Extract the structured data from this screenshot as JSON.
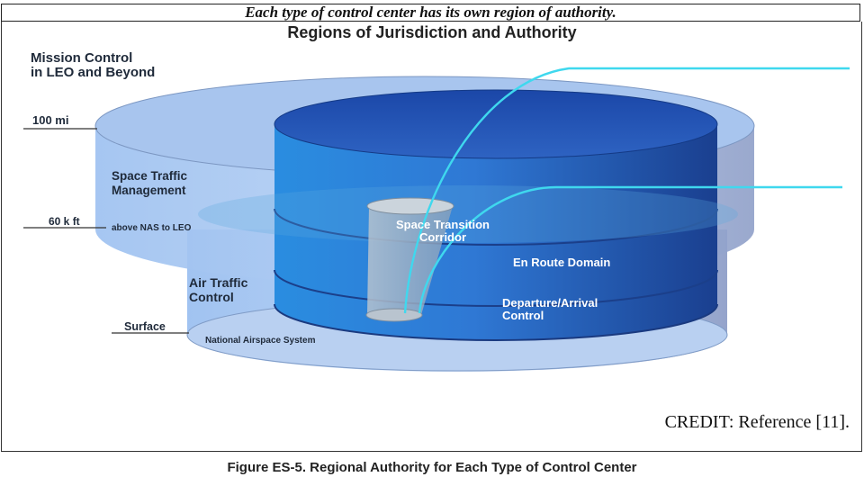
{
  "banner": "Each type of control center has its own region of authority.",
  "title": "Regions of Jurisdiction and Authority",
  "labels": {
    "mission_line1": "Mission Control",
    "mission_line2": "in LEO and Beyond",
    "alt_100mi": "100 mi",
    "stm_line1": "Space Traffic",
    "stm_line2": "Management",
    "alt_60kft": "60 k ft",
    "above_nas": "above NAS to LEO",
    "atc_line1": "Air Traffic",
    "atc_line2": "Control",
    "surface": "Surface",
    "nas": "National Airspace System",
    "stc_line1": "Space Transition",
    "stc_line2": "Corridor",
    "en_route": "En Route Domain",
    "dep_line1": "Departure/Arrival",
    "dep_line2": "Control"
  },
  "credit": "CREDIT: Reference [11].",
  "caption": "Figure ES-5.  Regional Authority for Each Type of Control Center",
  "colors": {
    "outer_cylinder": "#a9c7ef",
    "inner_cylinder": "#1f5fb8",
    "cyan_path": "#3fd8ee",
    "label_text": "#1f2a3a",
    "inner_label": "#ffffff"
  }
}
